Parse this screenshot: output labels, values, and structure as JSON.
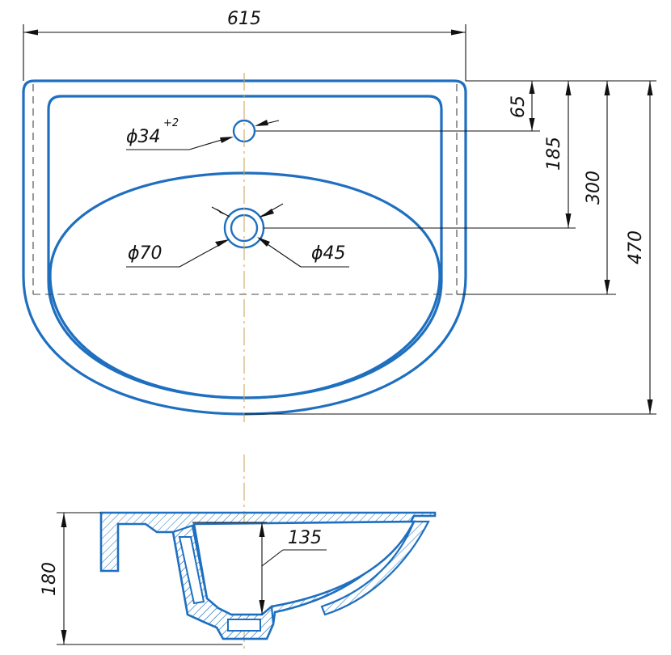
{
  "dimensions": {
    "width_overall": "615",
    "depth_65": "65",
    "depth_185": "185",
    "depth_300": "300",
    "depth_470": "470",
    "tap_hole_diameter": "ϕ34",
    "tap_hole_tolerance": "+2",
    "drain_outer_diameter": "ϕ70",
    "drain_inner_diameter": "ϕ45",
    "height_180": "180",
    "bowl_depth_135": "135"
  },
  "colors": {
    "outline": "#1f6fc0",
    "dimension_lines": "#111111",
    "center_axis": "#c9a86a"
  }
}
